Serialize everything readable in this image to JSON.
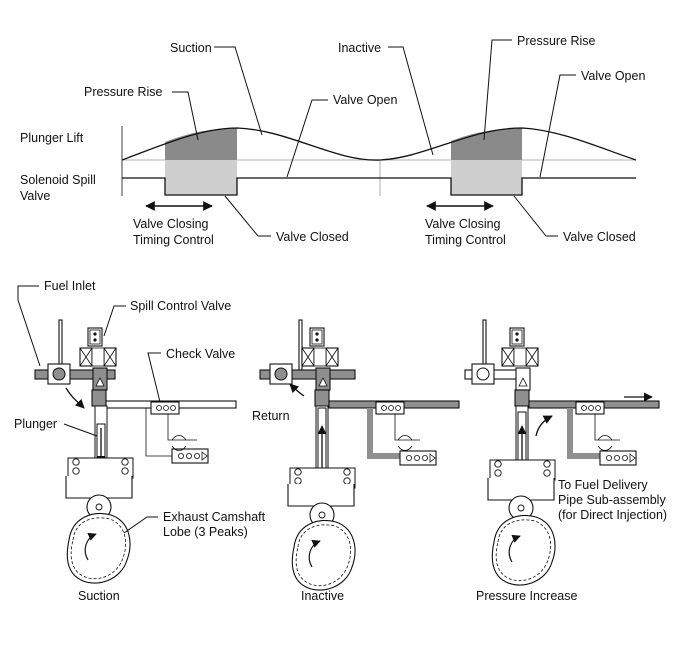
{
  "timing_chart": {
    "row_labels": {
      "plunger_lift": "Plunger Lift",
      "solenoid_line1": "Solenoid Spill",
      "solenoid_line2": "Valve"
    },
    "callouts": {
      "suction": "Suction",
      "pressure_rise_left": "Pressure Rise",
      "valve_open_left": "Valve Open",
      "inactive": "Inactive",
      "pressure_rise_right": "Pressure Rise",
      "valve_open_right": "Valve Open",
      "valve_closed_left": "Valve Closed",
      "valve_closed_right": "Valve Closed"
    },
    "timing_control_left": {
      "line1": "Valve Closing",
      "line2": "Timing Control"
    },
    "timing_control_right": {
      "line1": "Valve Closing",
      "line2": "Timing Control"
    }
  },
  "pump": {
    "callouts": {
      "fuel_inlet": "Fuel Inlet",
      "spill_control_valve": "Spill Control Valve",
      "check_valve": "Check Valve",
      "plunger": "Plunger",
      "return": "Return",
      "cam_line1": "Exhaust Camshaft",
      "cam_line2": "Lobe (3 Peaks)",
      "delivery_line1": "To Fuel Delivery",
      "delivery_line2": "Pipe Sub-assembly",
      "delivery_line3": "(for Direct Injection)"
    },
    "stages": [
      {
        "caption": "Suction"
      },
      {
        "caption": "Inactive"
      },
      {
        "caption": "Pressure Increase"
      }
    ]
  },
  "colors": {
    "pressurized_fuel": "#8f8f8f",
    "pressure_rise_fill": "#8a8a8a",
    "valve_closed_fill": "#cfcfcf",
    "line": "#111111"
  }
}
